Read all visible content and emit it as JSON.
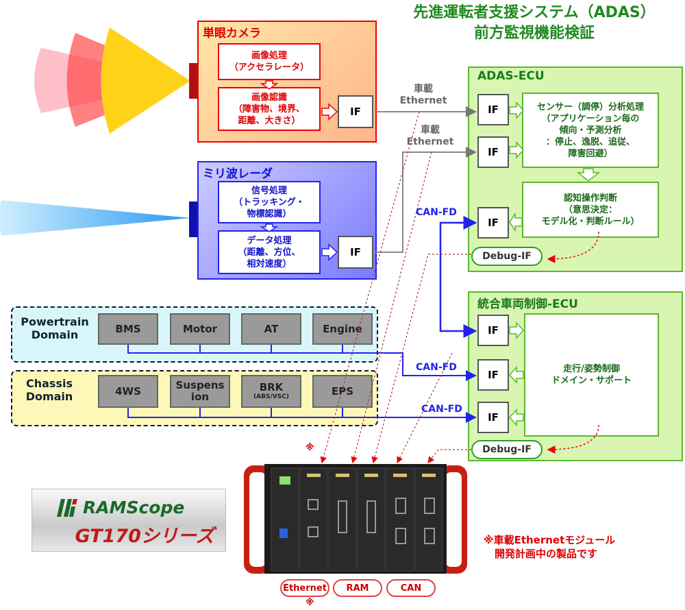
{
  "title": {
    "line1": "先進運転者支援システム（ADAS）",
    "line2": "前方監視機能検証"
  },
  "camera": {
    "title": "単眼カメラ",
    "box1": [
      "画像処理",
      "（アクセラレータ）"
    ],
    "box2": [
      "画像認識",
      "（障害物、境界、",
      "距離、大きさ）"
    ],
    "if": "IF"
  },
  "radar": {
    "title": "ミリ波レーダ",
    "box1": [
      "信号処理",
      "（トラッキング・",
      "物標認識）"
    ],
    "box2": [
      "データ処理",
      "（距離、方位、",
      "相対速度）"
    ],
    "if": "IF"
  },
  "links": {
    "eth1": [
      "車載",
      "Ethernet"
    ],
    "eth2": [
      "車載",
      "Ethernet"
    ],
    "canfd1": "CAN-FD",
    "canfd2": "CAN-FD",
    "canfd3": "CAN-FD"
  },
  "adas": {
    "title": "ADAS-ECU",
    "if1": "IF",
    "if2": "IF",
    "if3": "IF",
    "sensor": [
      "センサー（調停）分析処理",
      "（アプリケーション毎の",
      "傾向・予測分析",
      "：停止、逸脱、追従、",
      "障害回避）"
    ],
    "decision": [
      "認知操作判断",
      "（意思決定：",
      "モデル化・判断ルール）"
    ],
    "debug": "Debug-IF"
  },
  "vcu": {
    "title": "統合車両制御-ECU",
    "if1": "IF",
    "if2": "IF",
    "if3": "IF",
    "body": [
      "走行/姿勢制御",
      "ドメイン・サポート"
    ],
    "debug": "Debug-IF"
  },
  "powertrain": {
    "label": [
      "Powertrain",
      "Domain"
    ],
    "items": [
      "BMS",
      "Motor",
      "AT",
      "Engine"
    ]
  },
  "chassis": {
    "label": [
      "Chassis",
      "Domain"
    ],
    "items": [
      [
        "4WS"
      ],
      [
        "Suspens",
        "ion"
      ],
      [
        "BRK",
        "(ABS/VSC)"
      ],
      [
        "EPS"
      ]
    ]
  },
  "logo": {
    "brand": "RAMScope",
    "series": "GT170シリーズ"
  },
  "note": {
    "mark": "※",
    "text": [
      "※車載Ethernetモジュール",
      "開発計画中の製品です"
    ]
  },
  "modules": {
    "eth": "Ethernet",
    "ram": "RAM",
    "can": "CAN",
    "mark": "※"
  },
  "colors": {
    "green": "#1f8a1f",
    "red": "#e02020",
    "blue": "#2020e0",
    "panelGreen": "#d8f5b0"
  }
}
